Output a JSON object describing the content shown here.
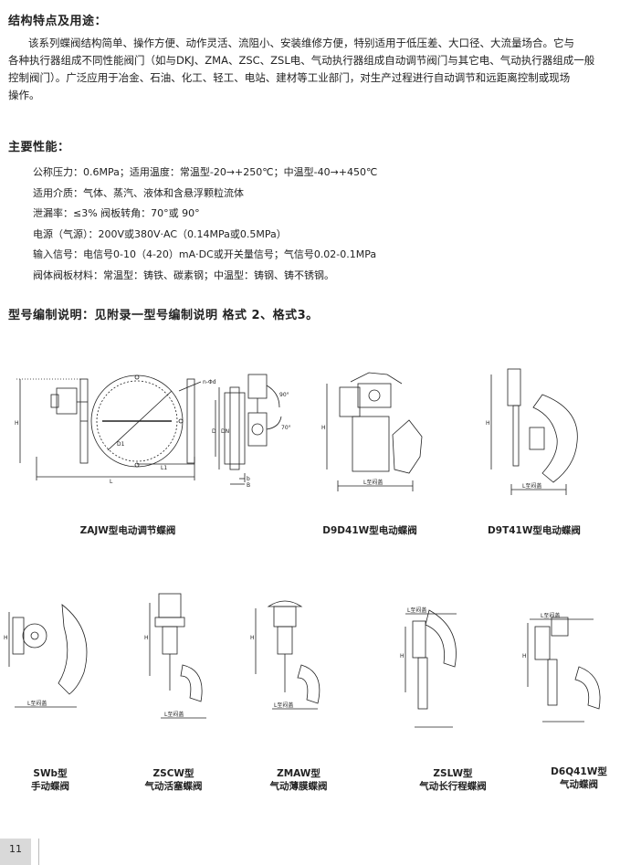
{
  "section1": {
    "title": "结构特点及用途：",
    "body": [
      "该系列蝶阀结构简单、操作方便、动作灵活、流阻小、安装维修方便，特别适用于低压差、大口径、大流量场合。它与",
      "各种执行器组成不同性能阀门（如与DKJ、ZMA、ZSC、ZSL电、气动执行器组成自动调节阀门与其它电、气动执行器组成一般",
      "控制阀门）。广泛应用于冶金、石油、化工、轻工、电站、建材等工业部门，对生产过程进行自动调节和远距离控制或现场",
      "操作。"
    ]
  },
  "section2": {
    "title": "主要性能：",
    "items": [
      "公称压力：0.6MPa；适用温度：常温型-20→+250℃；中温型-40→+450℃",
      "适用介质：气体、蒸汽、液体和含悬浮颗粒流体",
      "泄漏率：≤3%   阀板转角：70°或 90°",
      "电源（气源）：200V或380V·AC（0.14MPa或0.5MPa）",
      "输入信号：电信号0-10（4-20）mA·DC或开关量信号；气信号0.02-0.1MPa",
      "阀体阀板材料：常温型：铸铁、碳素钢；中温型：铸钢、铸不锈钢。"
    ]
  },
  "section3": {
    "title": "型号编制说明：见附录一型号编制说明   格式 2、格式3。"
  },
  "drawings": {
    "labels": {
      "H": "H",
      "L": "L",
      "L1": "L1",
      "D": "D",
      "D1": "D1",
      "DN": "DN",
      "b": "b",
      "B": "B",
      "n_phi_d": "n-Φd",
      "deg90": "90°",
      "deg70": "70°",
      "l_arrow": "L至闷盖"
    },
    "captions": {
      "zajw": "ZAJW型电动调节蝶阀",
      "d9d41w": "D9D41W型电动蝶阀",
      "d9t41w": "D9T41W型电动蝶阀",
      "swb_1": "SWb型",
      "swb_2": "手动蝶阀",
      "zscw_1": "ZSCW型",
      "zscw_2": "气动活塞蝶阀",
      "zmaw_1": "ZMAW型",
      "zmaw_2": "气动薄膜蝶阀",
      "zslw_1": "ZSLW型",
      "zslw_2": "气动长行程蝶阀",
      "d6q41w_1": "D6Q41W型",
      "d6q41w_2": "气动蝶阀"
    }
  },
  "footer": {
    "page_number": "11"
  }
}
